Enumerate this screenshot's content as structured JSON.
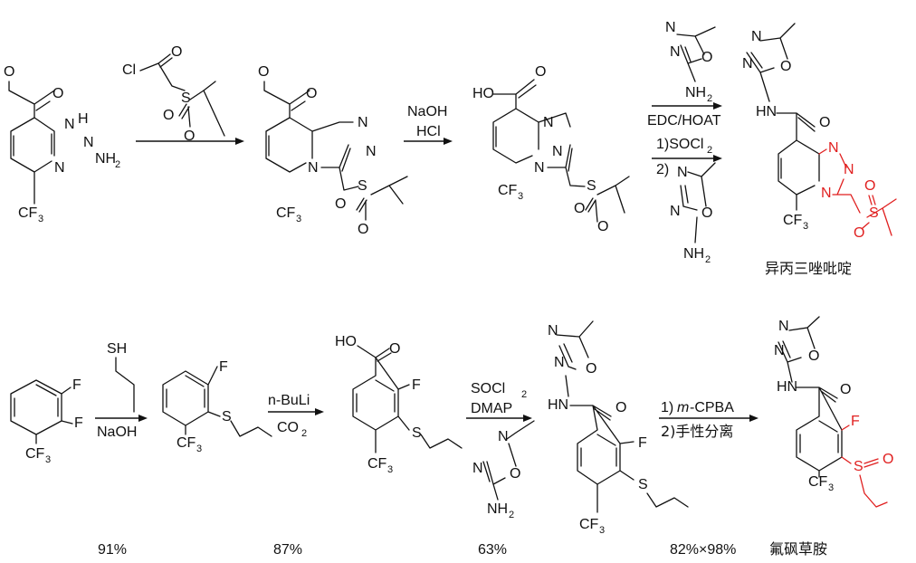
{
  "colors": {
    "ink": "#111111",
    "highlight": "#e01f1f",
    "background": "#ffffff"
  },
  "atoms": {
    "O": "O",
    "N": "N",
    "H": "H",
    "S": "S",
    "F": "F",
    "Cl": "Cl",
    "HO": "HO",
    "HN": "HN",
    "NH": "NH",
    "NH2": "NH",
    "CF": "CF",
    "sub2": "2",
    "sub3": "3"
  },
  "scheme1": {
    "step1_reagent": "",
    "step2_reagents": [
      "NaOH",
      "HCl"
    ],
    "step3_reagents": [
      "EDC/HOAT",
      "1)SOCl",
      "2)"
    ],
    "product_name": "异丙三唑吡啶"
  },
  "scheme2": {
    "step1_reagents": [
      "SH",
      "NaOH"
    ],
    "step2_reagents": [
      "n-BuLi",
      "CO"
    ],
    "step3_reagents": [
      "SOCl",
      "DMAP"
    ],
    "step4_reagents": [
      "1)",
      "m",
      "-CPBA",
      "2)手性分离"
    ],
    "product_name": "氟砜草胺",
    "yields": [
      "91%",
      "87%",
      "63%",
      "82%×98%"
    ]
  }
}
